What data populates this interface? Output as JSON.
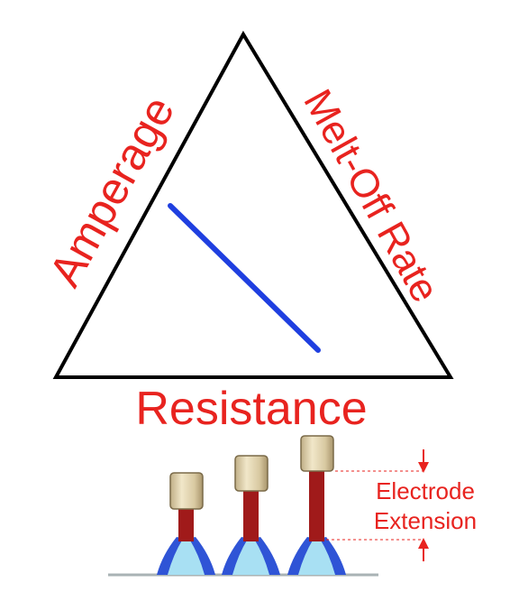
{
  "diagram": {
    "labels": {
      "left_side": "Amperage",
      "right_side": "Melt-Off Rate",
      "bottom_side": "Resistance"
    },
    "electrode_label": {
      "line1": "Electrode",
      "line2": "Extension"
    },
    "colors": {
      "label_red": "#e8231f",
      "triangle_stroke": "#000000",
      "indicator_line": "#1f3fe0",
      "electrode_red": "#a01a1a",
      "nozzle_tan": "#dccfa8",
      "arc_blue": "#2f54d6",
      "arc_light": "#a8e0f3",
      "base_line": "#a9b3b5"
    },
    "electrodes": [
      {
        "name": "short"
      },
      {
        "name": "medium"
      },
      {
        "name": "long"
      }
    ]
  }
}
